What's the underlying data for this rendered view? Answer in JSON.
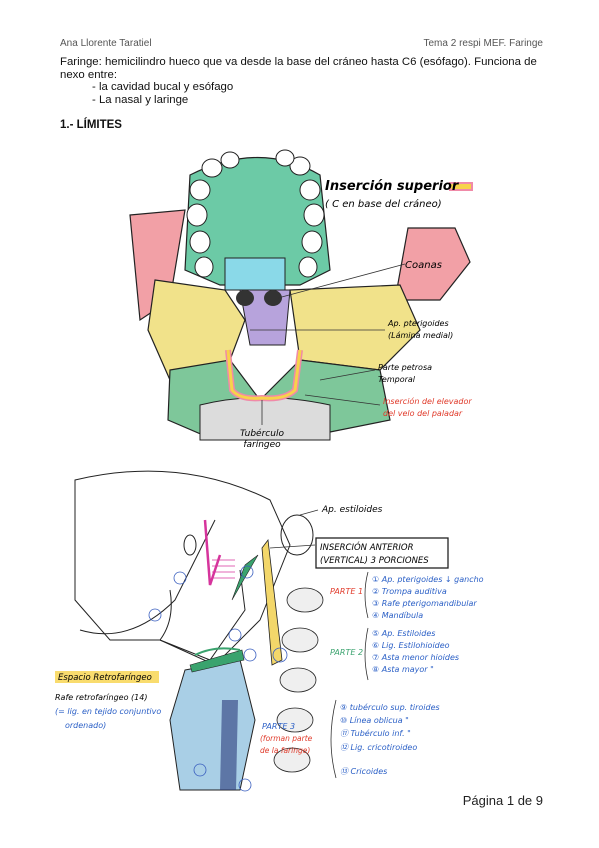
{
  "header": {
    "author": "Ana Llorente Taratiel",
    "topic": "Tema 2 respi MEF. Faringe"
  },
  "intro": {
    "definition": "Faringe: hemicilindro hueco que va desde la base del cráneo hasta C6 (esófago). Funciona de nexo entre:",
    "items": [
      "- la cavidad bucal y esófago",
      "- La nasal y laringe"
    ]
  },
  "section_title": "1.- LÍMITES",
  "figure1": {
    "title": "Inserción superior",
    "subtitle": "( C en base del cráneo)",
    "labels": {
      "coanas": "Coanas",
      "pterygoid_1": "Ap. pterigoides",
      "pterygoid_2": "(Lámina medial)",
      "petrous_1": "Parte petrosa",
      "petrous_2": "Temporal",
      "levator_1": "Inserción del elevador",
      "levator_2": "del velo del paladar",
      "tubercle_1": "Tubérculo",
      "tubercle_2": "faríngeo"
    },
    "colors": {
      "highlight": "#f7d34a",
      "pink": "#f08aa8",
      "red_note": "#e03a2a"
    }
  },
  "figure2": {
    "styloid": "Ap. estiloides",
    "box_1": "INSERCIÓN ANTERIOR",
    "box_2": "(VERTICAL) 3 PORCIONES",
    "parte1": {
      "label": "PARTE 1",
      "items": [
        "① Ap. pterigoides ↓ gancho",
        "② Trompa auditiva",
        "③ Rafe pterigomandibular",
        "④ Mandíbula"
      ]
    },
    "parte2": {
      "label": "PARTE 2",
      "items": [
        "⑤ Ap. Estiloides",
        "⑥ Lig. Estilohioideo",
        "⑦ Asta menor hioides",
        "⑧ Asta mayor \""
      ]
    },
    "parte3": {
      "label": "PARTE 3",
      "sub_1": "(forman parte",
      "sub_2": "de la faringe)",
      "items": [
        "⑨ tubérculo sup. tiroides",
        "⑩ Línea oblicua \"",
        "⑪ Tubérculo inf. \"",
        "⑫ Lig. cricotiroideo",
        "⑬ Cricoides"
      ]
    },
    "espacio": {
      "title": "Espacio Retrofaríngeo",
      "line1": "Rafe retrofaríngeo (14)",
      "line2": "(= lig. en tejido conjuntivo",
      "line3": "ordenado)"
    }
  },
  "footer": {
    "page": "Página 1 de 9"
  }
}
